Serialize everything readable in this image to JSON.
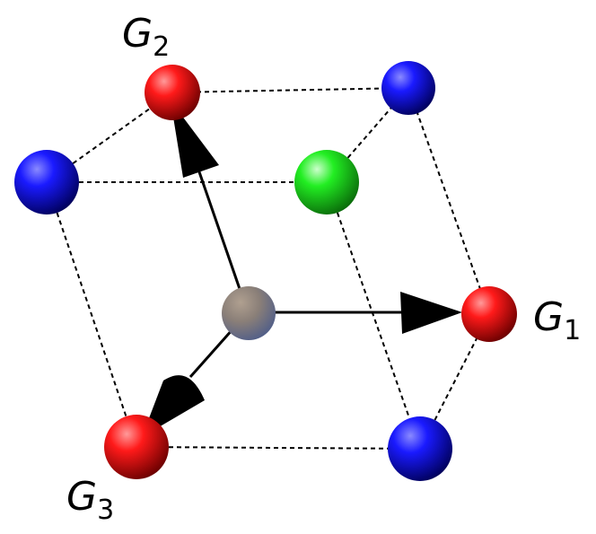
{
  "labels": {
    "g1": {
      "symbol": "G",
      "index": "1"
    },
    "g2": {
      "symbol": "G",
      "index": "2"
    },
    "g3": {
      "symbol": "G",
      "index": "3"
    }
  },
  "colors": {
    "red": "#ff1a1a",
    "blue": "#1a1aff",
    "green": "#22ee22",
    "center": "#8a7f78",
    "edge": "#000000"
  }
}
